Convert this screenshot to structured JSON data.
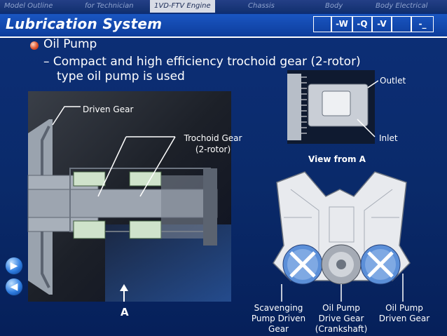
{
  "nav_tabs": [
    {
      "label": "Model Outline",
      "active": false
    },
    {
      "label": "for Technician",
      "active": false
    },
    {
      "label": "1VD-FTV Engine",
      "active": true
    },
    {
      "label": "Chassis",
      "active": false
    },
    {
      "label": "Body",
      "active": false
    },
    {
      "label": "Body Electrical",
      "active": false
    }
  ],
  "header": {
    "title": "Lubrication System",
    "codes": [
      "",
      "-W",
      "-Q",
      "-V",
      "",
      "-_"
    ]
  },
  "content": {
    "bullet": "Oil Pump",
    "sub_line1": "– Compact and high efficiency trochoid gear (2-rotor)",
    "sub_line2": "type oil pump is used"
  },
  "labels": {
    "outlet": "Outlet",
    "inlet": "Inlet",
    "driven_gear": "Driven Gear",
    "trochoid_gear": "Trochoid Gear",
    "trochoid_gear_sub": "(2-rotor)",
    "view_from_a": "View from A",
    "a_marker": "A",
    "scavenging": [
      "Scavenging",
      "Pump Driven",
      "Gear"
    ],
    "oil_pump_drive": [
      "Oil Pump",
      "Drive Gear",
      "(Crankshaft)"
    ],
    "oil_pump_driven": [
      "Oil Pump",
      "Driven Gear"
    ]
  },
  "nav_buttons": {
    "next": "▶",
    "prev": "◀"
  },
  "colors": {
    "header": "#1a56c2",
    "background": "#0a2a6a",
    "gear_overlay": "#3f6fc8",
    "gear_green": "#c9dcc4"
  }
}
